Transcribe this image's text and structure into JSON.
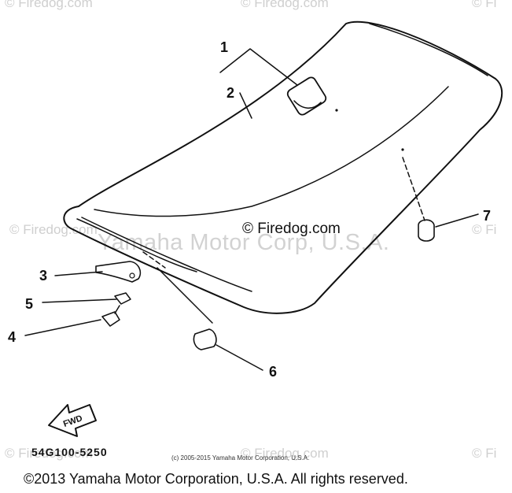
{
  "watermarks": {
    "site": "© Firedog.com",
    "corner": "© Fi",
    "corp": "Yamaha Motor Corp, U.S.A."
  },
  "center_credit": "© Firedog.com",
  "callouts": [
    "1",
    "2",
    "3",
    "4",
    "5",
    "6",
    "7"
  ],
  "arrow_label": "FWD",
  "part_code": "54G100-5250",
  "small_copyright": "(c) 2005-2015 Yamaha Motor Corporation, U.S.A.",
  "rights_text": "©2013 Yamaha Motor Corporation, U.S.A. All rights reserved."
}
